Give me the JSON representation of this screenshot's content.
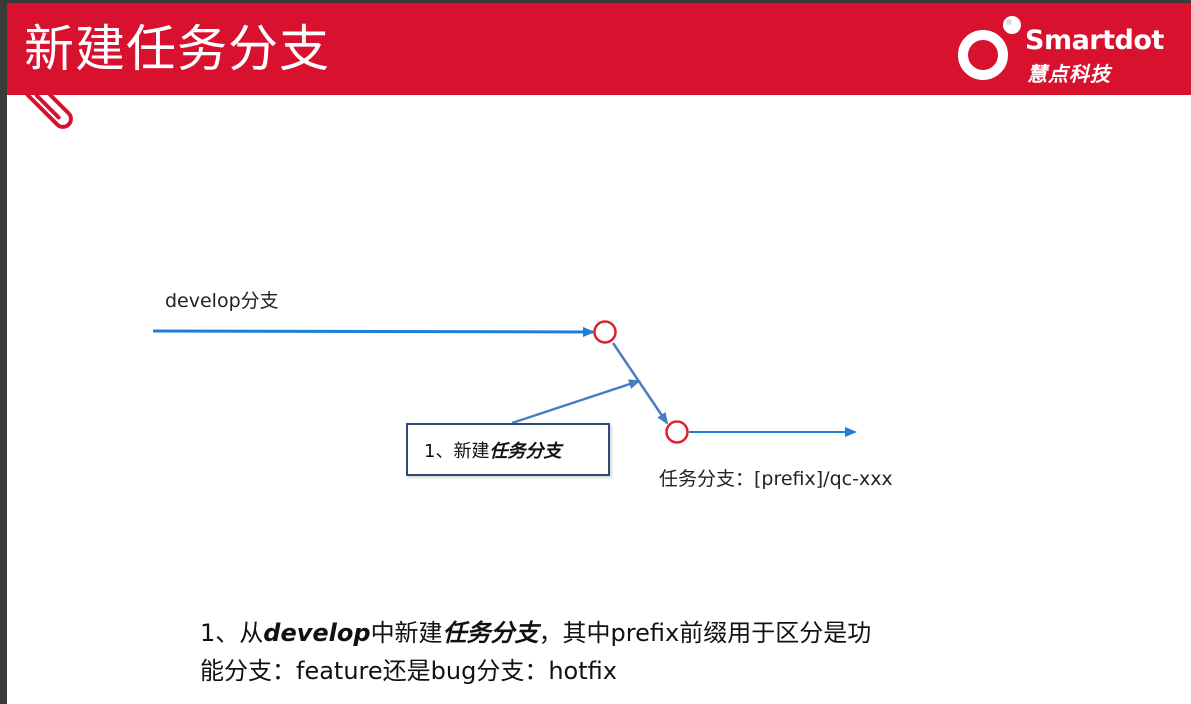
{
  "header": {
    "title": "新建任务分支",
    "logo_en": "Smartdot",
    "logo_cn": "慧点科技",
    "color": "#d8112f"
  },
  "diagram": {
    "develop_label": "develop分支",
    "step": {
      "number": "1、",
      "text": "新建",
      "emphasis": "任务分支"
    },
    "task_branch_label": "任务分支：[prefix]/qc-xxx",
    "colors": {
      "branch_line": "#1f7fd8",
      "connector": "#4a7cc2",
      "commit": "#e0202a",
      "box_border": "#2e4b78"
    }
  },
  "description": {
    "line1_prefix": "1、从",
    "line1_em1": "develop",
    "line1_mid": "中新建",
    "line1_em2": "任务分支",
    "line1_rest": "，其中prefix前缀用于区分是功",
    "line2": "能分支：feature还是bug分支：hotfix"
  }
}
